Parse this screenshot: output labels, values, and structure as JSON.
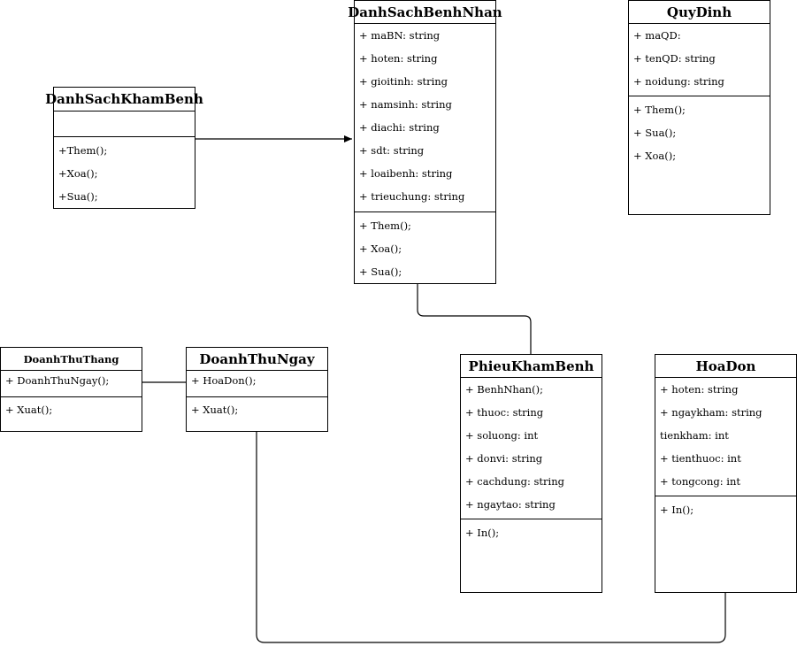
{
  "classes": {
    "danhsachkhambenh": {
      "name": "DanhSachKhamBenh",
      "attributes": [],
      "methods": [
        "+Them();",
        "+Xoa();",
        "+Sua();"
      ]
    },
    "danhsachbenhnhan": {
      "name": "DanhSachBenhNhan",
      "attributes": [
        "+ maBN: string",
        "+ hoten: string",
        "+ gioitinh: string",
        "+ namsinh: string",
        "+ diachi: string",
        "+ sdt: string",
        "+ loaibenh: string",
        "+ trieuchung: string"
      ],
      "methods": [
        "+ Them();",
        "+ Xoa();",
        "+ Sua();"
      ]
    },
    "quydinh": {
      "name": "QuyDinh",
      "attributes": [
        "+ maQD:",
        "+ tenQD: string",
        "+ noidung: string"
      ],
      "methods": [
        "+ Them();",
        "+ Sua();",
        "+ Xoa();"
      ]
    },
    "doanhthuthang": {
      "name": "DoanhThuThang",
      "attributes": [
        "+ DoanhThuNgay();"
      ],
      "methods": [
        "+ Xuat();"
      ]
    },
    "doanhthungay": {
      "name": "DoanhThuNgay",
      "attributes": [
        "+ HoaDon();"
      ],
      "methods": [
        "+ Xuat();"
      ]
    },
    "phieukhambenh": {
      "name": "PhieuKhamBenh",
      "attributes": [
        "+ BenhNhan();",
        "+ thuoc: string",
        "+ soluong: int",
        "+ donvi: string",
        "+ cachdung: string",
        "+ ngaytao: string"
      ],
      "methods": [
        "+ In();"
      ]
    },
    "hoadon": {
      "name": "HoaDon",
      "attributes": [
        "+ hoten: string",
        "+ ngaykham: string",
        "tienkham: int",
        "+ tienthuoc: int",
        "+ tongcong: int"
      ],
      "methods": [
        "+ In();"
      ]
    }
  },
  "colors": {
    "line": "#000000",
    "background": "#ffffff"
  }
}
